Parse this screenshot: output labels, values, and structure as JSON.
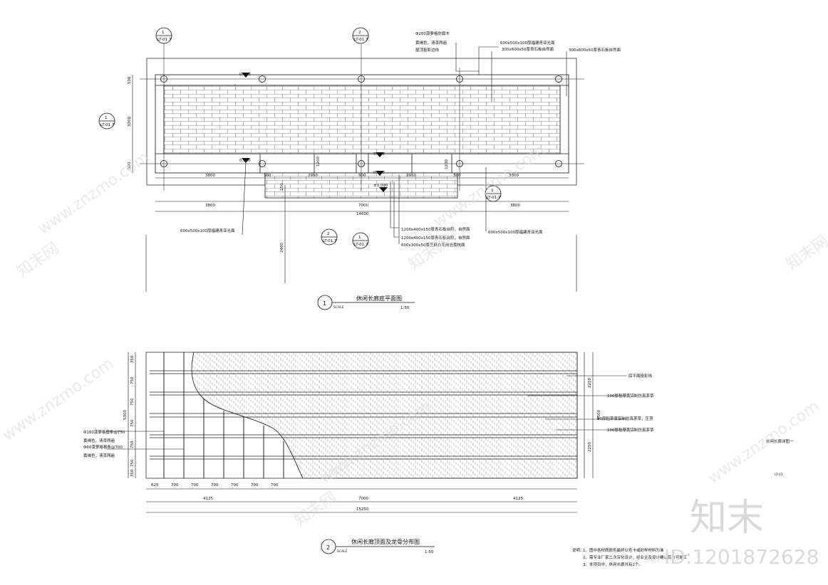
{
  "plan": {
    "title": "休闲长廊底平面图",
    "number": "1",
    "scale_word": "SCALE",
    "scale": "1:50",
    "annotations": {
      "post_timber": "Φ200菠萝格防腐木",
      "post_finish": "黄褐色，清漆两遍",
      "roof_line": "屋顶投影边线",
      "stone_top_a": "600x500x100厚福建青亚光面",
      "stone_top_b": "300x600x50厚青石板自然面",
      "stone_right": "300x600x50厚青石板自然面",
      "stone_bottom_left": "600x500x100厚福建青亚光面",
      "stone_bottom_right": "600x500x100厚福建青亚光面",
      "step_a": "1200x400x150厚青石板台阶，自然面",
      "step_b": "1200x400x150厚青石板台阶，自然面",
      "edge": "600x300x50厚芝麻白花岗岩荔枝面"
    },
    "levels": [
      "0.750",
      "0.750",
      "0.300",
      "0.150",
      "±0.000"
    ],
    "dims_top_row": [
      "3800",
      "300",
      "2950",
      "500",
      "2950",
      "300",
      "3800"
    ],
    "dims_mid_row": [
      "3800",
      "7000",
      "3800"
    ],
    "dims_total": "14600",
    "dims_left": [
      "500",
      "3300",
      "500"
    ],
    "dim_vert_small": [
      "1200",
      "1200"
    ],
    "dim_entrance": "150",
    "entrance_depth": "2400",
    "callouts": [
      {
        "num": "1",
        "ref": "LT-01.7"
      },
      {
        "num": "2",
        "ref": "LT-01.7"
      },
      {
        "num": "1",
        "ref": "LT-01.7"
      },
      {
        "num": "3",
        "ref": "LT-01.7"
      },
      {
        "num": "2",
        "ref": "LT-01.7"
      },
      {
        "num": "1",
        "ref": "LT-01.7"
      }
    ]
  },
  "roof": {
    "title": "休闲长廊顶面及龙骨分布图",
    "number": "2",
    "scale_word": "SCALE",
    "scale": "1:50",
    "annotations": {
      "edge_line": "底平面投影线",
      "thatch_a": "100厚稻草黄铝制仿真茅草",
      "thatch_b": "50厚稻草黄铝制仿真茅草，压顶",
      "thatch_c": "100厚稻草黄铝制仿真茅草",
      "beam_a": "Φ180菠萝格檩条@750",
      "beam_a_finish": "黄褐色，清漆两遍",
      "beam_b": "Φ60菠萝格格条@700",
      "beam_b_finish": "黄褐色，清漆两遍"
    },
    "dims_bottom_row": [
      "625",
      "700",
      "700",
      "700",
      "700",
      "700",
      "700"
    ],
    "dims_mid_row": [
      "4125",
      "7000",
      "4125"
    ],
    "dims_total": "15250",
    "dims_left": [
      "350",
      "750",
      "750",
      "750",
      "750",
      "750",
      "350"
    ],
    "dims_left_total": "5300",
    "dims_right": [
      "2250",
      "2250"
    ],
    "dims_right_total": "4500",
    "detail_label": "休闲长廊详图一",
    "detail_code": "LT-01"
  },
  "notes": {
    "label": "说明：",
    "lines": [
      "1、图中各材质颜色最终以色卡或封样材料为准",
      "2、需专业厂家二次深化设计，经业主及设计确认后方可施工",
      "3、本项目中，休闲长廊共有2个。"
    ]
  },
  "watermark": {
    "brand": "知末",
    "site": "www.znzmo.com",
    "cn": "知末网",
    "id_text": "ID:1201872628"
  }
}
